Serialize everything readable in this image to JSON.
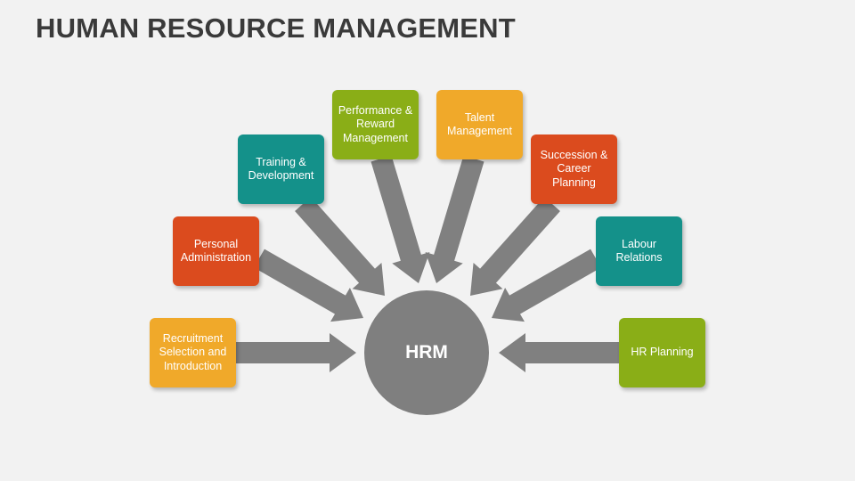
{
  "title": "HUMAN RESOURCE MANAGEMENT",
  "hub": {
    "label": "HRM",
    "color": "#7f7f7f"
  },
  "arrow_color": "#808080",
  "nodes": [
    {
      "label": "Recruitment Selection and Introduction",
      "color": "#f0a92a"
    },
    {
      "label": "Personal Administration",
      "color": "#db4b1e"
    },
    {
      "label": "Training & Development",
      "color": "#14918a"
    },
    {
      "label": "Performance & Reward Management",
      "color": "#8aae17"
    },
    {
      "label": "Talent Management",
      "color": "#f0a92a"
    },
    {
      "label": "Succession & Career Planning",
      "color": "#db4b1e"
    },
    {
      "label": "Labour Relations",
      "color": "#14918a"
    },
    {
      "label": "HR Planning",
      "color": "#8aae17"
    }
  ]
}
